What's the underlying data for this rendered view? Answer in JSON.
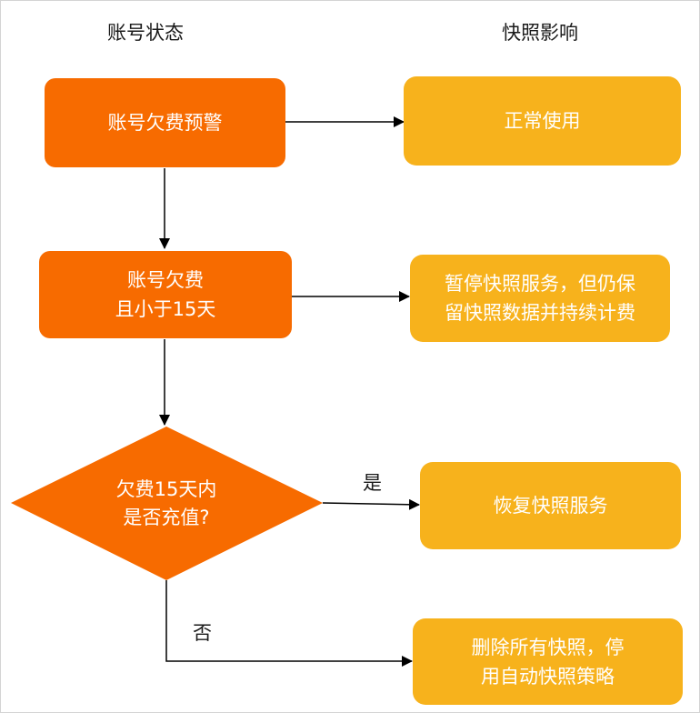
{
  "headers": {
    "left": "账号状态",
    "right": "快照影响"
  },
  "nodes": {
    "warning": "账号欠费预警",
    "arrears_lt15": "账号欠费\n且小于15天",
    "decision": "欠费15天内\n是否充值?",
    "normal": "正常使用",
    "pause": "暂停快照服务，但仍保\n留快照数据并持续计费",
    "restore": "恢复快照服务",
    "delete": "删除所有快照，停\n用自动快照策略"
  },
  "edges": {
    "yes": "是",
    "no": "否"
  },
  "colors": {
    "state": "#f76b00",
    "effect": "#f7b21c",
    "line": "#000000"
  }
}
